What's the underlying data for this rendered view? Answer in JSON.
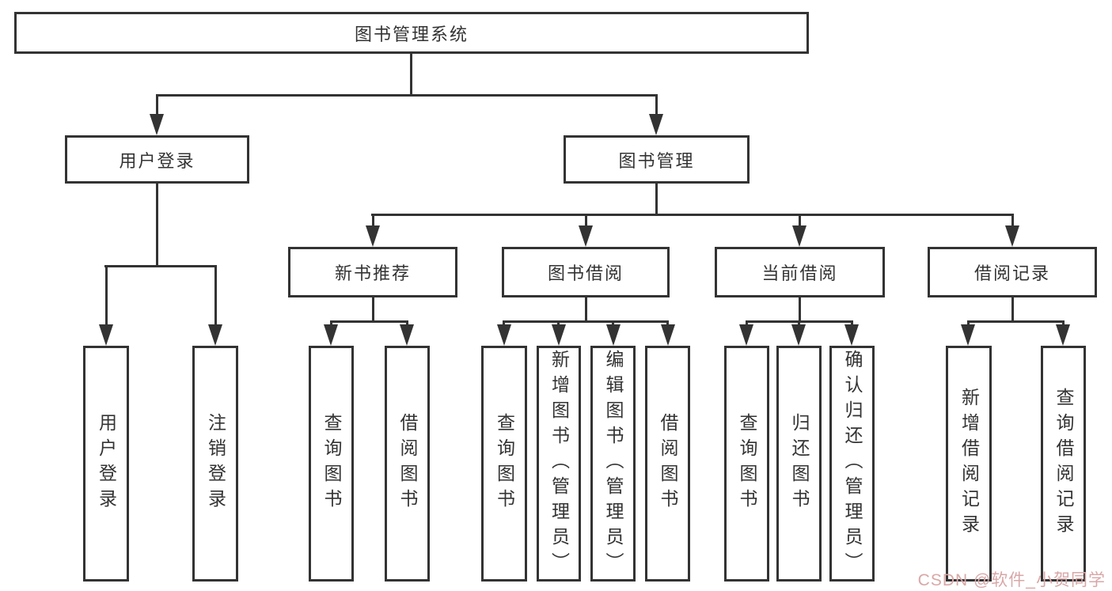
{
  "diagram": {
    "tree": {
      "label": "图书管理系统",
      "children": [
        {
          "label": "用户登录",
          "children": [
            {
              "label": "用户登录"
            },
            {
              "label": "注销登录"
            }
          ]
        },
        {
          "label": "图书管理",
          "children": [
            {
              "label": "新书推荐",
              "children": [
                {
                  "label": "查询图书"
                },
                {
                  "label": "借阅图书"
                }
              ]
            },
            {
              "label": "图书借阅",
              "children": [
                {
                  "label": "查询图书"
                },
                {
                  "label": "新增图书（管理员）"
                },
                {
                  "label": "编辑图书（管理员）"
                },
                {
                  "label": "借阅图书"
                }
              ]
            },
            {
              "label": "当前借阅",
              "children": [
                {
                  "label": "查询图书"
                },
                {
                  "label": "归还图书"
                },
                {
                  "label": "确认归还（管理员）"
                }
              ]
            },
            {
              "label": "借阅记录",
              "children": [
                {
                  "label": "新增借阅记录"
                },
                {
                  "label": "查询借阅记录"
                }
              ]
            }
          ]
        }
      ]
    },
    "watermark": "CSDN @软件_小贺同学",
    "colors": {
      "line": "#333333",
      "text": "#333333",
      "watermark": "#d9a7a7",
      "background": "#ffffff"
    }
  }
}
